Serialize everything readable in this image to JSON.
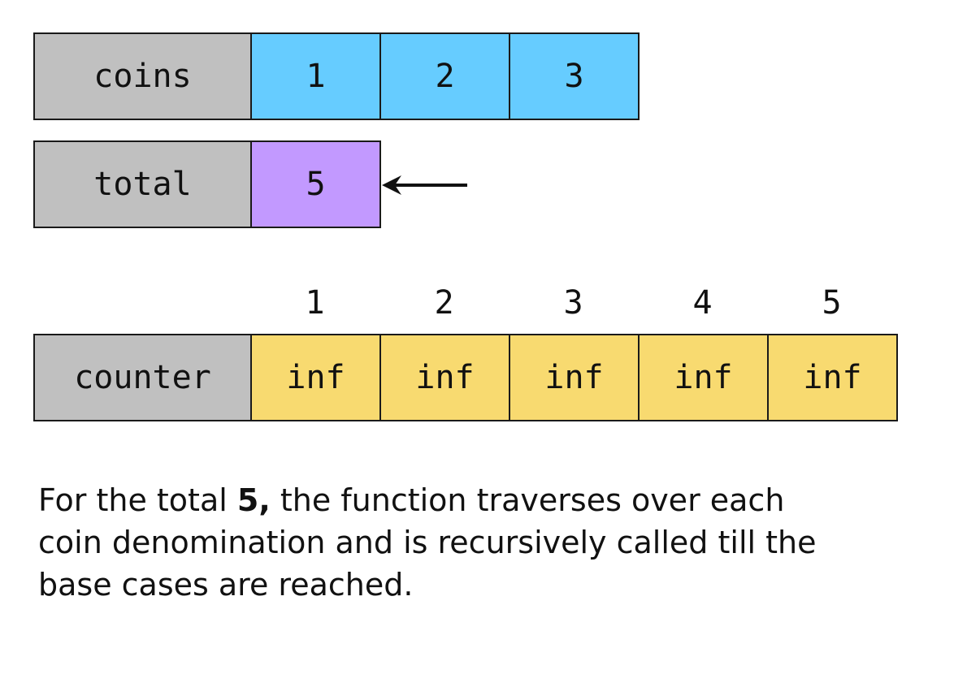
{
  "coins": {
    "label": "coins",
    "values": [
      "1",
      "2",
      "3"
    ],
    "color": "#66ccff"
  },
  "total": {
    "label": "total",
    "value": "5",
    "color": "#c299ff"
  },
  "counter": {
    "label": "counter",
    "indices": [
      "1",
      "2",
      "3",
      "4",
      "5"
    ],
    "values": [
      "inf",
      "inf",
      "inf",
      "inf",
      "inf"
    ],
    "color": "#f8da70"
  },
  "label_color": "#c0c0c0",
  "caption": {
    "before": "For the total ",
    "bold": "5,",
    "after": " the function traverses over each coin denomination and is recursively called till the base cases are reached."
  }
}
